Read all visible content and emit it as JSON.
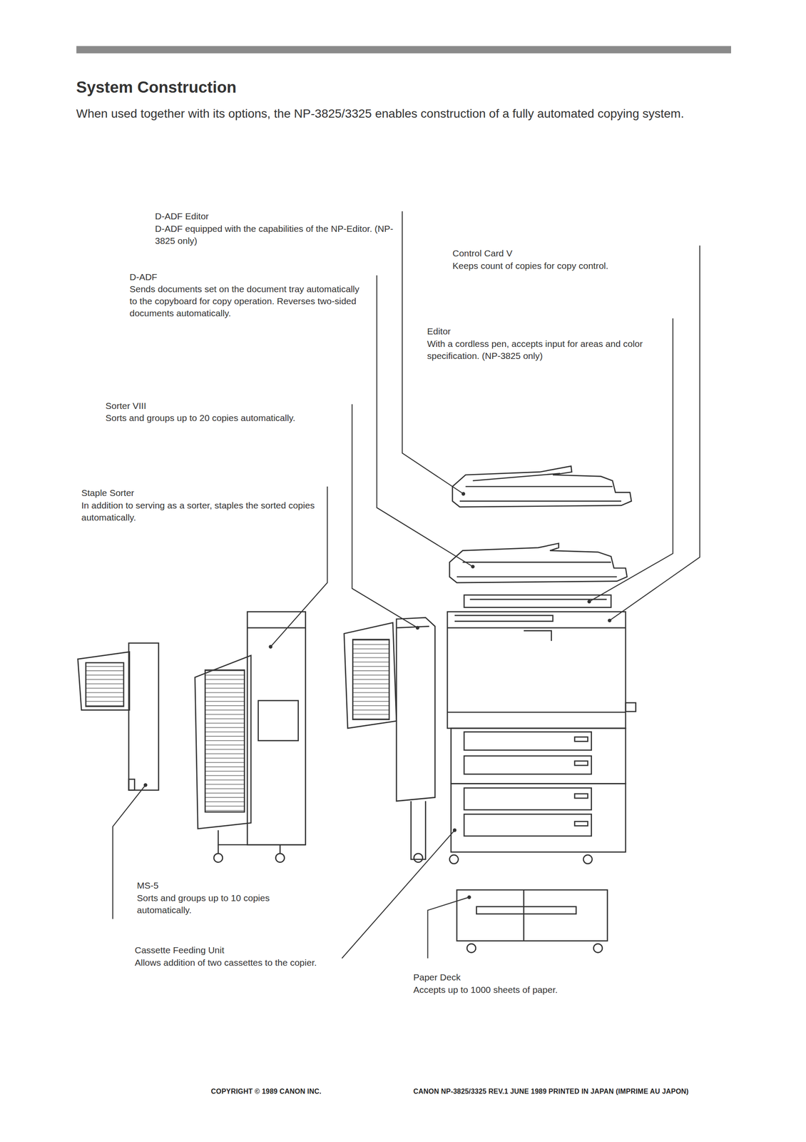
{
  "diagram": {
    "title": "System Construction",
    "labels": [
      "When used together with its options, the NP-3825/3325 enables construction of a fully automated copying system.",
      "D-ADF Editor",
      "D-ADF equipped with the capabilities of the NP-Editor. (NP-3825 only)",
      "D-ADF",
      "Sends documents set on the document tray automatically to the copyboard for copy operation. Reverses two-sided documents automatically.",
      "Control Card V",
      "Keeps count of copies for copy control.",
      "Editor",
      "With a cordless pen, accepts input for areas and color specification. (NP-3825 only)",
      "Sorter VIII",
      "Sorts and groups up to 20 copies automatically.",
      "Staple Sorter",
      "In addition to serving as a sorter, staples the sorted copies automatically.",
      "MS-5",
      "Sorts and groups up to 10 copies automatically.",
      "Cassette Feeding Unit",
      "Allows addition of two cassettes to the copier.",
      "Paper Deck",
      "Accepts up to 1000 sheets of paper.",
      "COPYRIGHT © 1989 CANON INC.",
      "CANON NP-3825/3325 REV.1 JUNE 1989 PRINTED IN JAPAN (IMPRIME AU JAPON)"
    ]
  }
}
